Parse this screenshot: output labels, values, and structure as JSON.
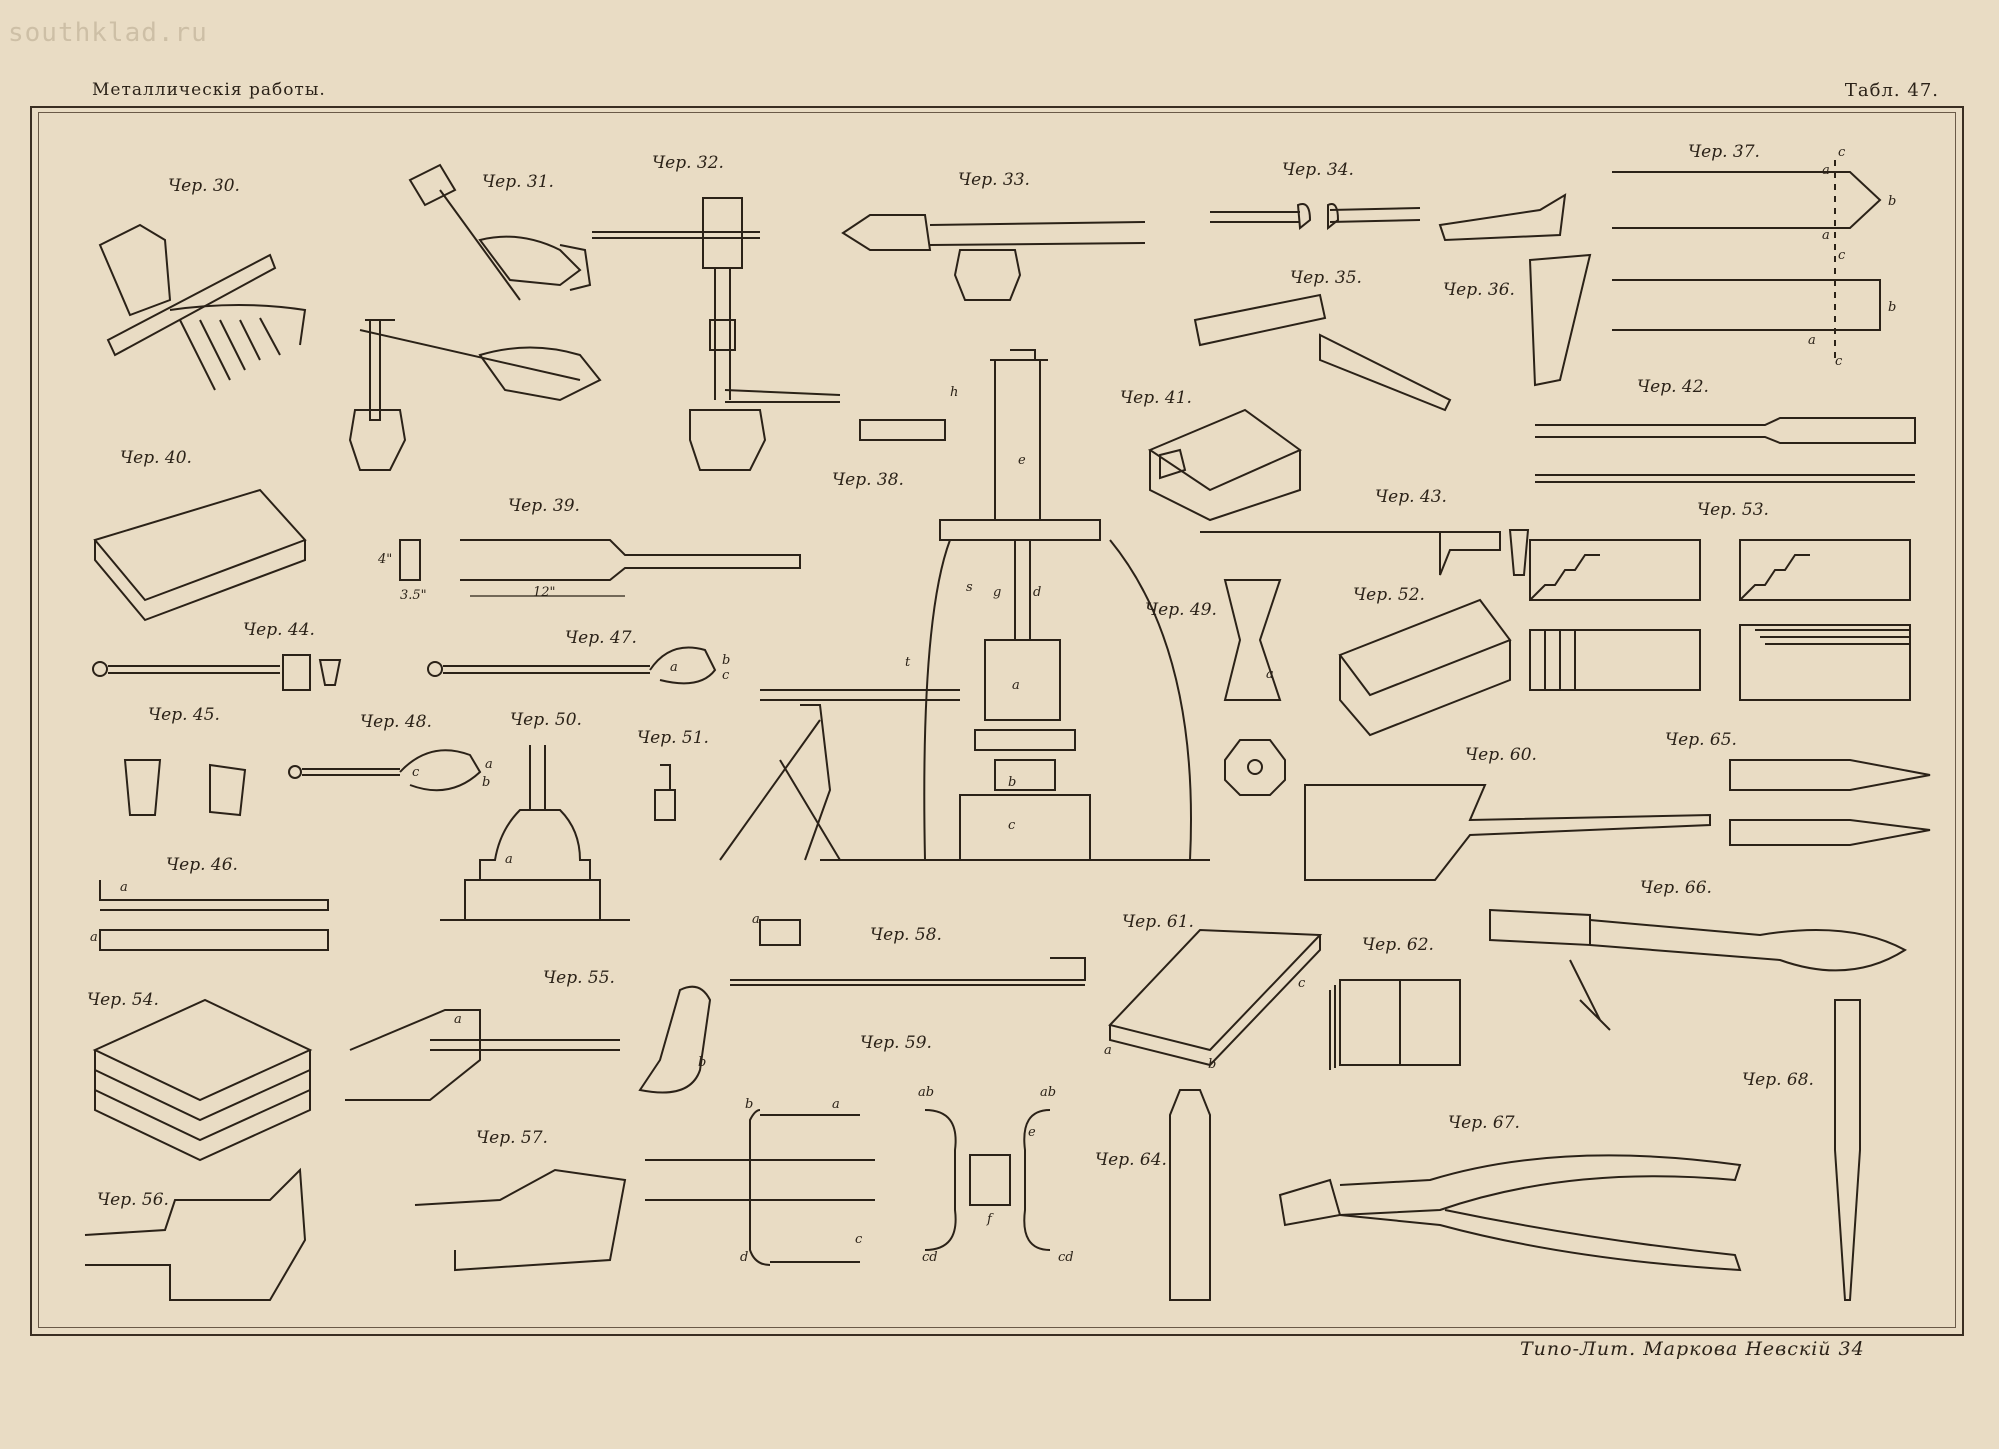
{
  "watermark": "southklad.ru",
  "header": {
    "title": "Металлическія работы.",
    "plate": "Табл. 47."
  },
  "imprint": "Типо-Лит. Маркова Невскій 34",
  "figures": {
    "f30": "Чер. 30.",
    "f31": "Чер. 31.",
    "f32": "Чер. 32.",
    "f33": "Чер. 33.",
    "f34": "Чер. 34.",
    "f35": "Чер. 35.",
    "f36": "Чер. 36.",
    "f37": "Чер. 37.",
    "f38": "Чер. 38.",
    "f39": "Чер. 39.",
    "f40": "Чер. 40.",
    "f41": "Чер. 41.",
    "f42": "Чер. 42.",
    "f43": "Чер. 43.",
    "f44": "Чер. 44.",
    "f45": "Чер. 45.",
    "f46": "Чер. 46.",
    "f47": "Чер. 47.",
    "f48": "Чер. 48.",
    "f49": "Чер. 49.",
    "f50": "Чер. 50.",
    "f51": "Чер. 51.",
    "f52": "Чер. 52.",
    "f53": "Чер. 53.",
    "f54": "Чер. 54.",
    "f55": "Чер. 55.",
    "f56": "Чер. 56.",
    "f57": "Чер. 57.",
    "f58": "Чер. 58.",
    "f59": "Чер. 59.",
    "f60": "Чер. 60.",
    "f61": "Чер. 61.",
    "f62": "Чер. 62.",
    "f64": "Чер. 64.",
    "f65": "Чер. 65.",
    "f66": "Чер. 66.",
    "f67": "Чер. 67.",
    "f68": "Чер. 68."
  },
  "letters": {
    "a": "a",
    "b": "b",
    "c": "c",
    "d": "d",
    "e": "e",
    "f": "f",
    "g": "g",
    "h": "h",
    "s": "s",
    "t": "t",
    "ab": "ab",
    "cd": "cd"
  },
  "dims": {
    "len12": "12\"",
    "d4": "4\"",
    "d35": "3.5\""
  }
}
